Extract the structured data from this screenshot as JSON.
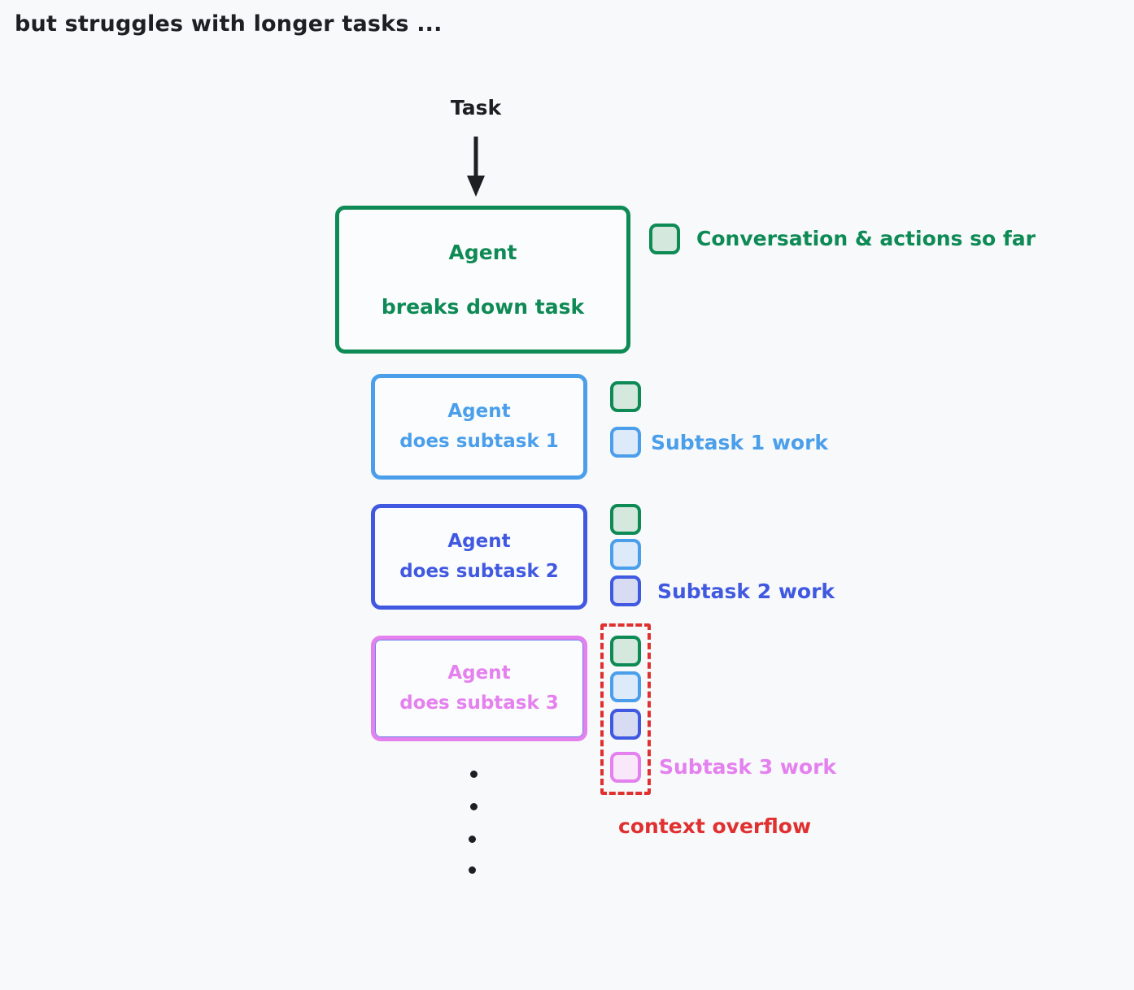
{
  "headline": "but struggles with longer tasks ...",
  "flow": {
    "task_label": "Task",
    "arrow_name": "down-arrow"
  },
  "boxes": [
    {
      "id": "root",
      "line1": "Agent",
      "line2": "breaks down task",
      "color": "#0e8a55"
    },
    {
      "id": "subtask-1",
      "line1": "Agent",
      "line2": "does subtask 1",
      "color": "#4b9fea"
    },
    {
      "id": "subtask-2",
      "line1": "Agent",
      "line2": "does subtask 2",
      "color": "#4059e0"
    },
    {
      "id": "subtask-3",
      "line1": "Agent",
      "line2": "does subtask 3",
      "color": "#e481ee"
    }
  ],
  "legend": {
    "conversation": {
      "label": "Conversation & actions so far",
      "color": "#0e8a55"
    },
    "subtask1": {
      "label": "Subtask 1 work",
      "color": "#4b9fea"
    },
    "subtask2": {
      "label": "Subtask 2 work",
      "color": "#4059e0"
    },
    "subtask3": {
      "label": "Subtask 3 work",
      "color": "#e481ee"
    },
    "overflow": {
      "label": "context overflow",
      "color": "#e03030"
    }
  },
  "colors": {
    "background": "#f7f9fb",
    "text": "#1d1f22",
    "green_border": "#0e8a55",
    "green_fill": "#d5e8dd",
    "blue_border": "#4b9fea",
    "blue_fill": "#dceaf9",
    "indigo_border": "#4059e0",
    "indigo_fill": "#d8dcf2",
    "pink_border": "#e481ee",
    "pink_fill": "#f9e8fa",
    "red": "#e03030"
  },
  "ellipsis": {
    "name": "vertical-ellipsis",
    "dot_count": 4
  }
}
